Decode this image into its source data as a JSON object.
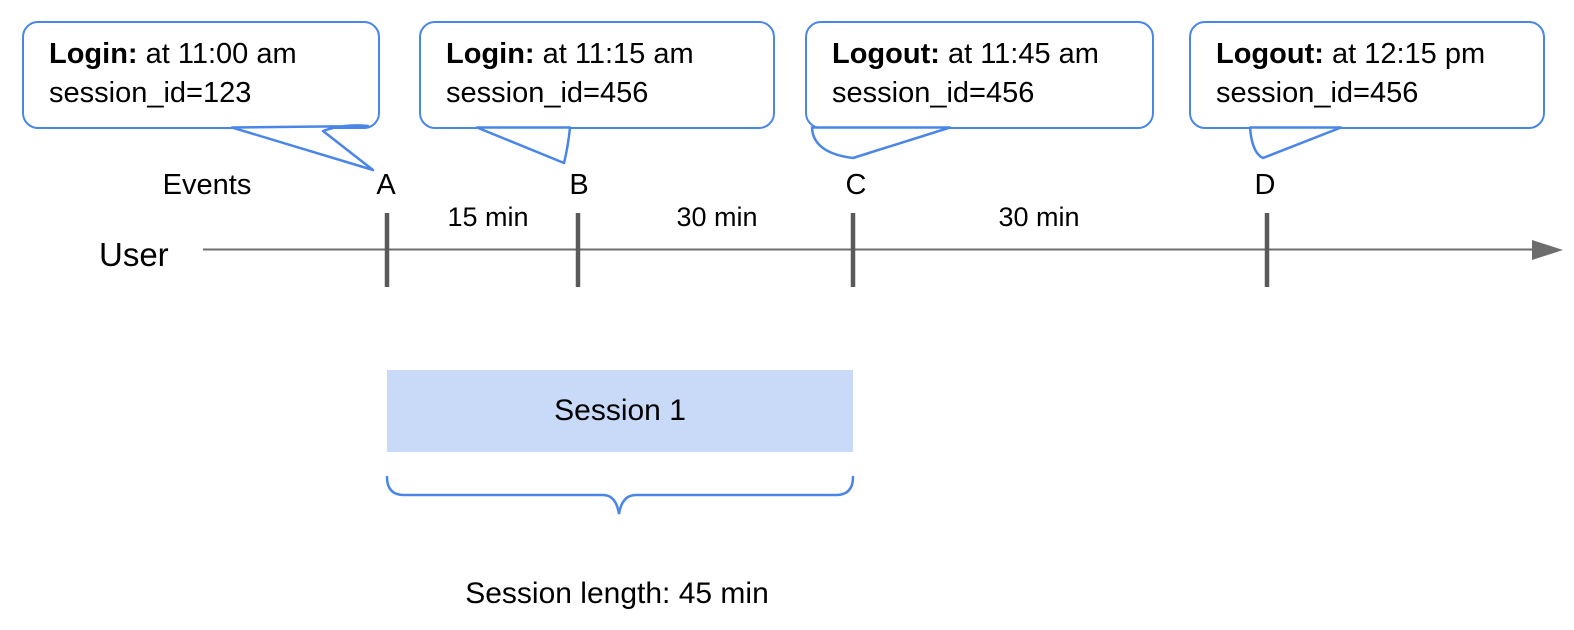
{
  "colors": {
    "accent_blue": "#4a86e8",
    "session_fill": "#c9daf8",
    "axis_gray": "#6d6d6d",
    "tick_gray": "#5a5a5a"
  },
  "callouts": [
    {
      "event": "Login:",
      "time": "at 11:00 am",
      "session": "session_id=123"
    },
    {
      "event": "Login:",
      "time": "at 11:15 am",
      "session": "session_id=456"
    },
    {
      "event": "Logout:",
      "time": "at 11:45 am",
      "session": "session_id=456"
    },
    {
      "event": "Logout:",
      "time": "at 12:15 pm",
      "session": "session_id=456"
    }
  ],
  "timeline": {
    "axis_label": "User",
    "events_label": "Events",
    "events": [
      {
        "label": "A"
      },
      {
        "label": "B"
      },
      {
        "label": "C"
      },
      {
        "label": "D"
      }
    ],
    "intervals": [
      {
        "label": "15 min"
      },
      {
        "label": "30 min"
      },
      {
        "label": "30 min"
      }
    ]
  },
  "session": {
    "label": "Session 1",
    "length_label": "Session length: 45 min"
  }
}
